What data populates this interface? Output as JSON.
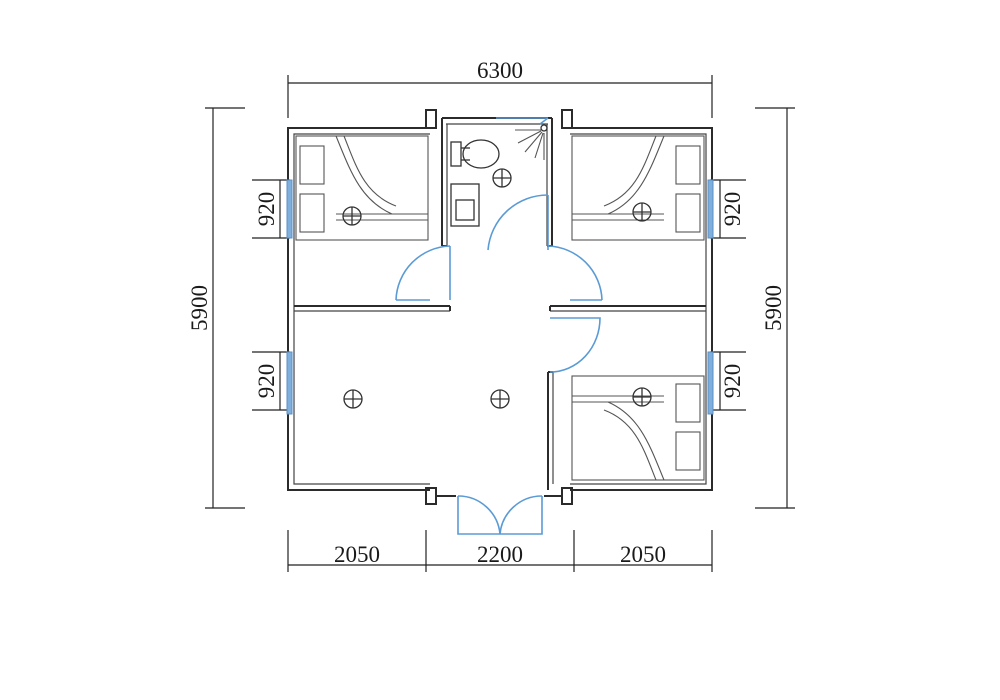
{
  "dimensions": {
    "overall_width": "6300",
    "overall_depth_left": "5900",
    "overall_depth_right": "5900",
    "bottom_left": "2050",
    "bottom_center": "2200",
    "bottom_right": "2050",
    "window_top_left": "920",
    "window_bottom_left": "920",
    "window_top_right": "920",
    "window_bottom_right": "920"
  },
  "colors": {
    "wall": "#2b2b2b",
    "door": "#5b9bd5",
    "window": "#7fb0dd"
  }
}
